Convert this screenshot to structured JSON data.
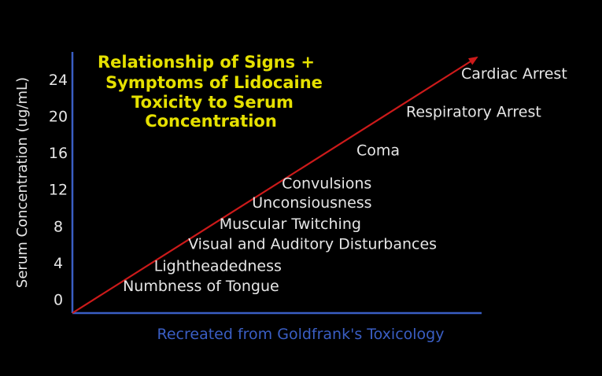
{
  "chart_data": {
    "type": "line",
    "title_lines": [
      "Relationship of Signs +",
      "Symptoms of Lidocaine",
      "Toxicity to Serum",
      "Concentration"
    ],
    "ylabel": "Serum Concentration (ug/mL)",
    "xlabel": "",
    "caption": "Recreated from Goldfrank's Toxicology",
    "yticks": [
      "0",
      "4",
      "8",
      "12",
      "16",
      "20",
      "24"
    ],
    "ylim": [
      -1.5,
      27
    ],
    "grid": false,
    "colors": {
      "axis": "#3a5ec4",
      "line": "#cc1a1a",
      "title": "#e5e000",
      "text": "#e6e6e6"
    },
    "annotations": [
      {
        "text": "Numbness of Tongue",
        "y": 1.5
      },
      {
        "text": "Lightheadedness",
        "y": 3.7
      },
      {
        "text": "Visual and Auditory Disturbances",
        "y": 6.1
      },
      {
        "text": "Muscular Twitching",
        "y": 8.3
      },
      {
        "text": "Unconsiousness",
        "y": 10.6
      },
      {
        "text": "Convulsions",
        "y": 12.7
      },
      {
        "text": "Coma",
        "y": 16.3
      },
      {
        "text": "Respiratory Arrest",
        "y": 20.5
      },
      {
        "text": "Cardiac Arrest",
        "y": 24.7
      }
    ]
  }
}
